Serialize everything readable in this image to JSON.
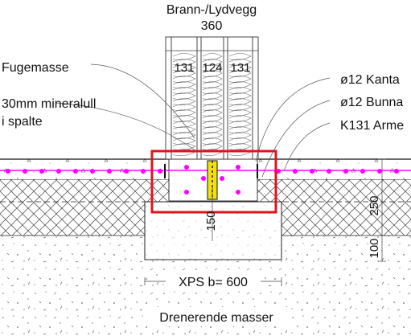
{
  "title": {
    "line1": "Brann-/Lydvegg",
    "line2": "360"
  },
  "wall_layers": [
    "131",
    "124",
    "131"
  ],
  "callouts_left": [
    {
      "lines": [
        "Fugemasse"
      ]
    },
    {
      "lines": [
        "30mm mineralull",
        "i spalte"
      ]
    }
  ],
  "callouts_right": [
    {
      "text": "ø12 Kanta"
    },
    {
      "text": "ø12 Bunna"
    },
    {
      "text": "K131 Arme"
    }
  ],
  "dimensions": {
    "vertical_center": "150",
    "vertical_slab": "250",
    "vertical_bottom": "100"
  },
  "xps_label": "XPS b= 600",
  "drainage_label": "Drenerende masser",
  "colors": {
    "rebar": "#ff00ff",
    "highlight": "#e0141c",
    "firestop": "#f2e20a"
  }
}
